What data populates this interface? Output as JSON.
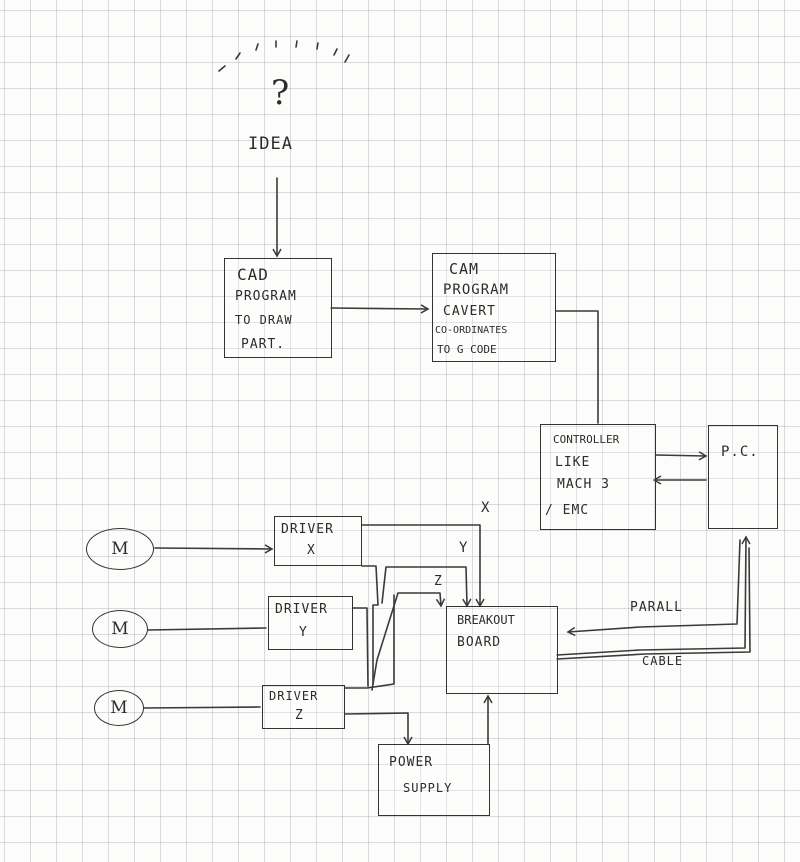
{
  "idea": {
    "symbol": "?",
    "label": "IDEA"
  },
  "cad": {
    "lines": [
      "CAD",
      "PROGRAM",
      "TO DRAW",
      "PART."
    ]
  },
  "cam": {
    "lines": [
      "CAM",
      "PROGRAM",
      "CAVERT",
      "CO-ORDINATES",
      "TO G CODE"
    ]
  },
  "controller": {
    "lines": [
      "CONTROLLER",
      "LIKE",
      "MACH 3",
      "/ EMC"
    ]
  },
  "pc": {
    "label": "P.C."
  },
  "drivers": [
    {
      "lines": [
        "DRIVER",
        "X"
      ]
    },
    {
      "lines": [
        "DRIVER",
        "Y"
      ]
    },
    {
      "lines": [
        "DRIVER",
        "Z"
      ]
    }
  ],
  "motors": [
    "M",
    "M",
    "M"
  ],
  "breakout": {
    "lines": [
      "BREAKOUT",
      "BOARD"
    ]
  },
  "power": {
    "lines": [
      "POWER",
      "SUPPLY"
    ]
  },
  "axis_labels": [
    "X",
    "Y",
    "Z"
  ],
  "cable": {
    "lines": [
      "PARALL",
      "CABLE"
    ]
  }
}
